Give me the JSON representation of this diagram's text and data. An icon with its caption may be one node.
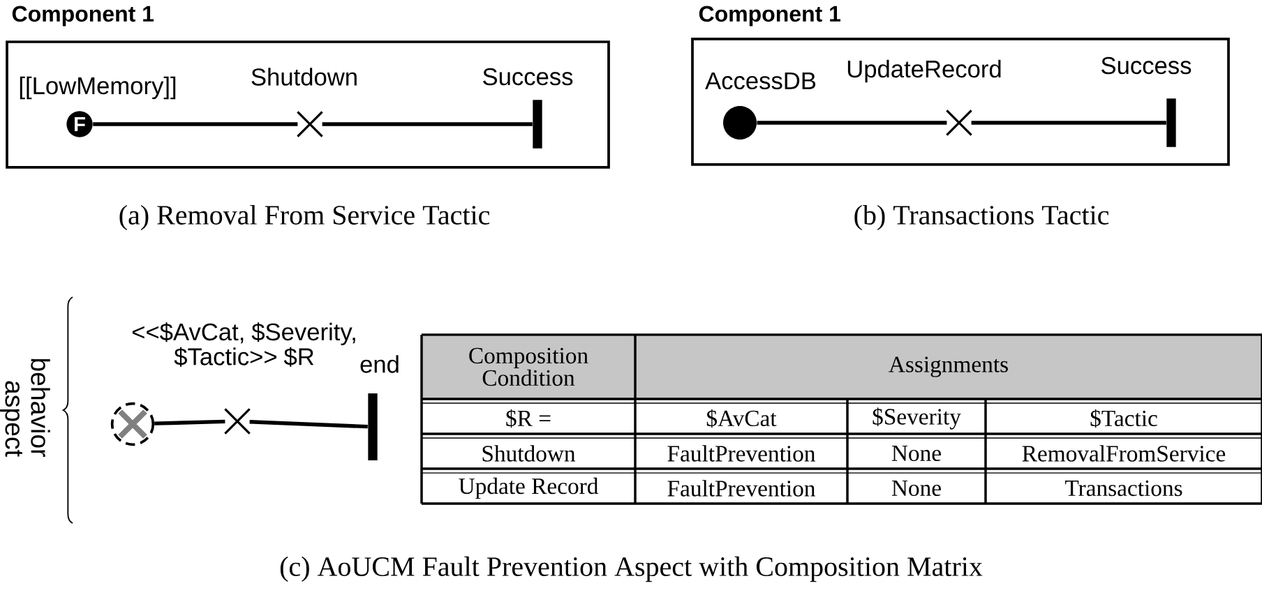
{
  "diagram": {
    "nodes": [
      {
        "text": [
          "Component 1"
        ]
      },
      {
        "text": [
          "[[LowMemory]]",
          "F"
        ],
        "in": 0
      },
      {
        "text": [
          "Shutdown"
        ],
        "in": 0
      },
      {
        "text": [
          "Success"
        ],
        "in": 0
      },
      {
        "text": [
          "Component 1"
        ]
      },
      {
        "text": [
          "AccessDB"
        ],
        "in": 4
      },
      {
        "text": [
          "UpdateRecord"
        ],
        "in": 4
      },
      {
        "text": [
          "Success"
        ],
        "in": 4
      },
      {
        "text": [],
        "shape": "circle"
      },
      {
        "text": [
          "<<$AvCat, $Severity, $Tactic>> $R"
        ]
      },
      {
        "text": [
          "end"
        ]
      }
    ],
    "edges": [
      {
        "from": 1,
        "to": 2,
        "arrow": "none"
      },
      {
        "from": 2,
        "to": 3,
        "arrow": "none"
      },
      {
        "from": 5,
        "to": 6,
        "arrow": "none"
      },
      {
        "from": 6,
        "to": 7,
        "arrow": "none"
      },
      {
        "from": 8,
        "to": 9,
        "arrow": "none"
      },
      {
        "from": 9,
        "to": 10,
        "arrow": "none"
      }
    ],
    "labels": [
      "(a) Removal From Service Tactic",
      "(b) Transactions Tactic",
      "aspect",
      "behavior",
      "Composition Condition",
      "Assignments",
      "$R =",
      "$AvCat",
      "$Severity",
      "$Tactic",
      "Shutdown",
      "FaultPrevention",
      "None",
      "RemovalFromService",
      "Update Record",
      "FaultPrevention",
      "None",
      "Transactions",
      "(c) AoUCM Fault Prevention Aspect with Composition Matrix"
    ]
  }
}
